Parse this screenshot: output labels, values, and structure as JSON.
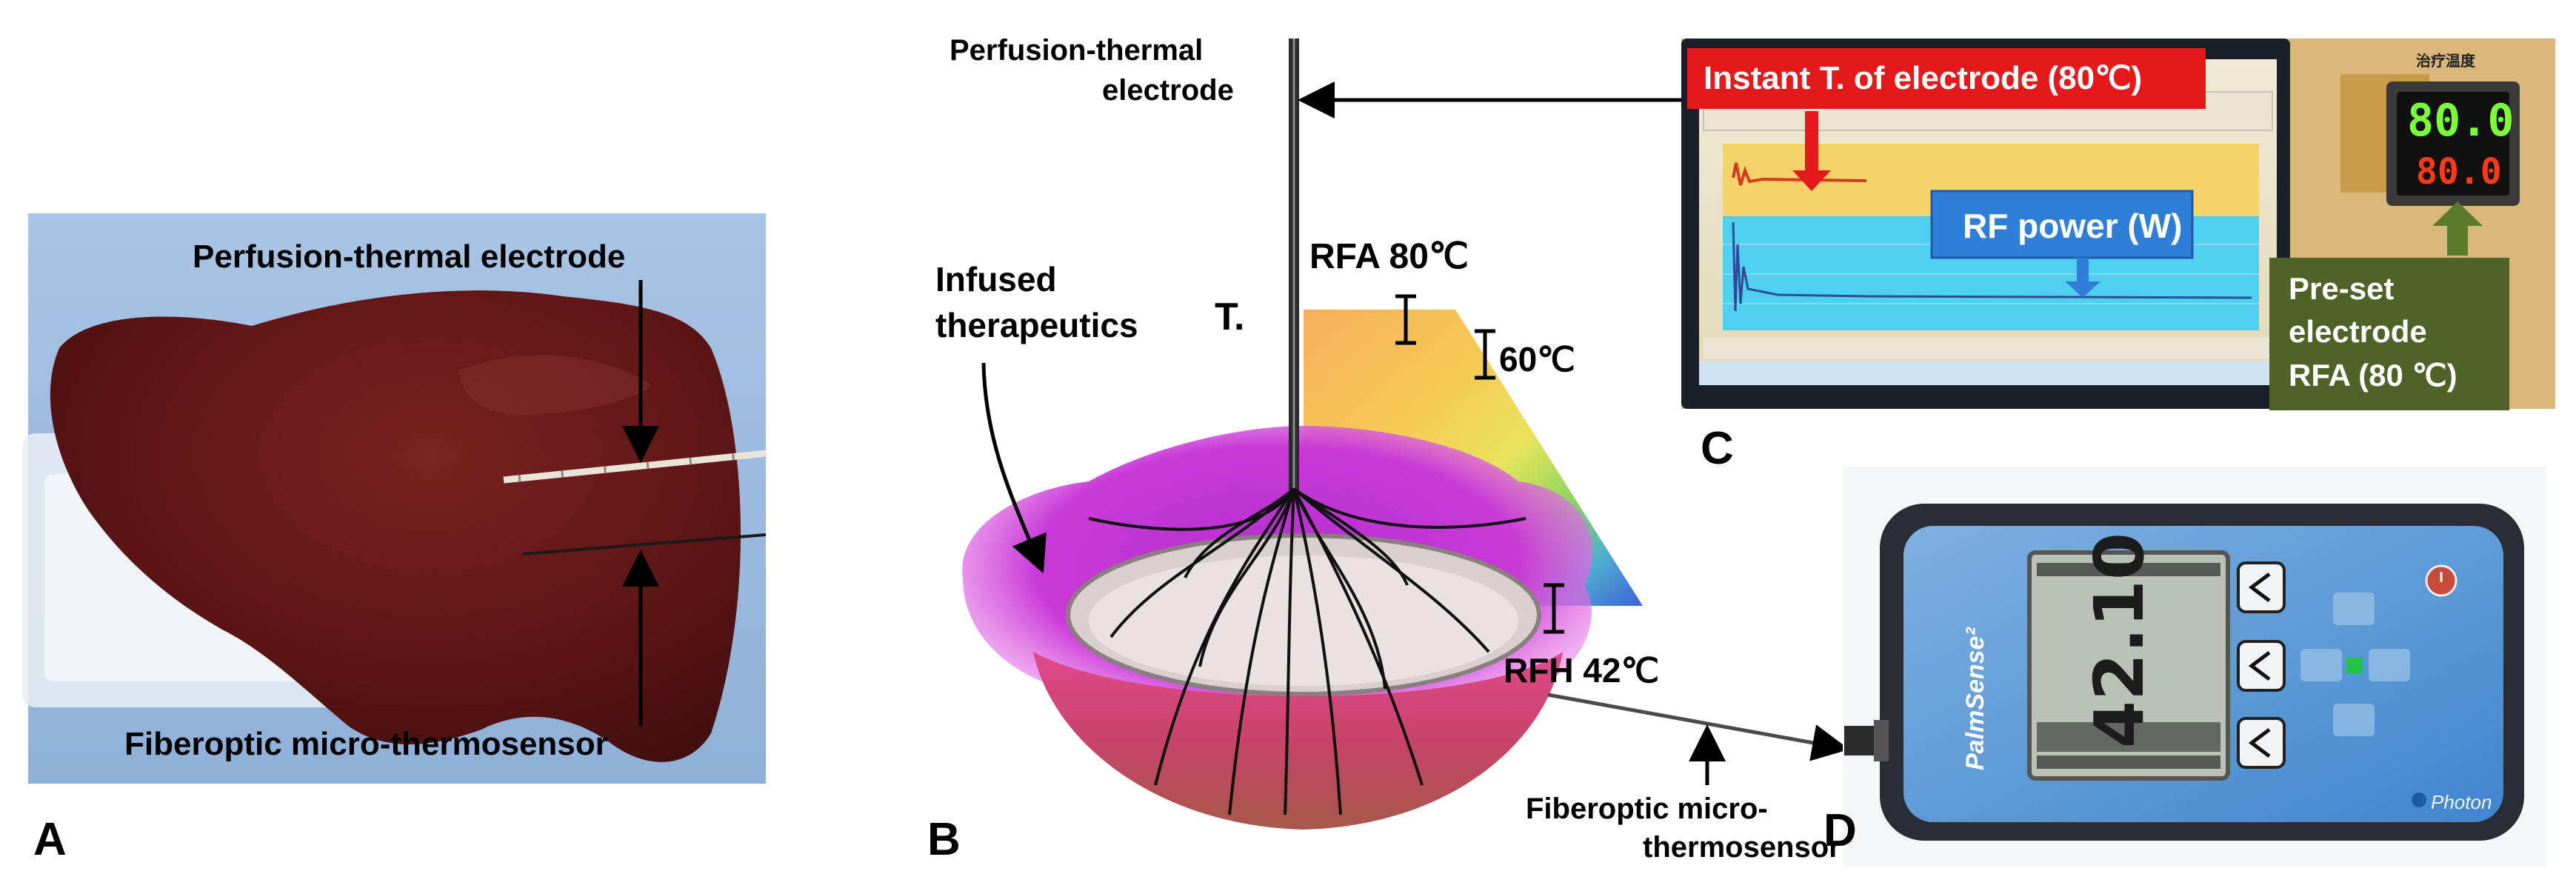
{
  "panels": {
    "a": {
      "letter": "A",
      "electrode_label": "Perfusion-thermal electrode",
      "sensor_label": "Fiberoptic micro-thermosensor"
    },
    "b": {
      "letter": "B",
      "electrode_label_line1": "Perfusion-thermal",
      "electrode_label_line2": "electrode",
      "temp_symbol": "T.",
      "rfa_label": "RFA 80℃",
      "mid_temp_label": "60℃",
      "rfh_label": "RFH 42℃",
      "infused_line1": "Infused",
      "infused_line2": "therapeutics",
      "sensor_line1": "Fiberoptic micro-",
      "sensor_line2": "thermosensor"
    },
    "c": {
      "letter": "C",
      "instant_label": "Instant T. of electrode (80℃)",
      "rf_power_label": "RF power (W)",
      "preset_line1": "Pre-set",
      "preset_line2": "electrode",
      "preset_line3": "RFA (80 ℃)",
      "display_top": "80.0",
      "display_bottom": "80.0",
      "panel_header": "治疗温度"
    },
    "d": {
      "letter": "D",
      "device_brand": "PalmSense²",
      "reading": "42.10",
      "maker": "Photon"
    }
  },
  "colors": {
    "liver": "#5a1414",
    "callout_red": "#e5191b",
    "callout_blue": "#2f7fd9",
    "callout_green": "#4f6228",
    "display_green": "#7cff3a",
    "display_red": "#ff3a1a",
    "infusion_magenta": "#d43cd8"
  }
}
